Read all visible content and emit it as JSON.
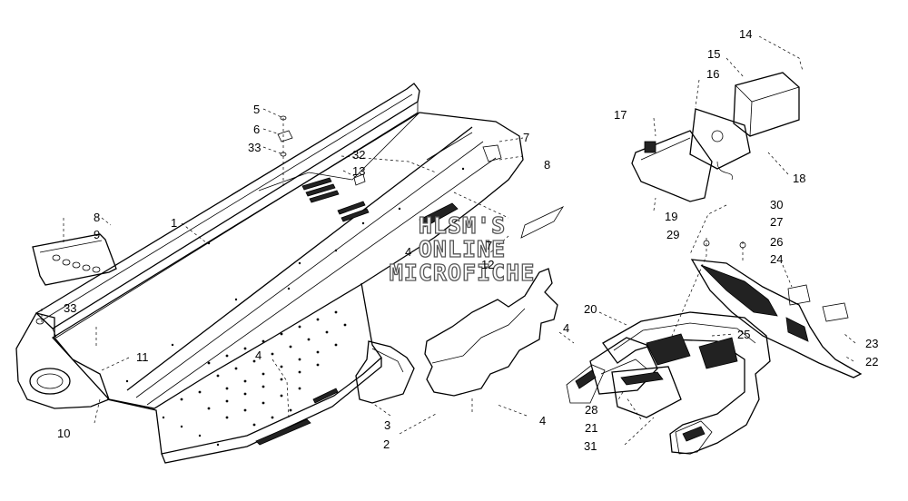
{
  "watermark": {
    "line1": "HLSM'S",
    "line2": "ONLINE",
    "line3": "MICROFICHE"
  },
  "callouts": {
    "n1": "1",
    "n2": "2",
    "n3": "3",
    "n4a": "4",
    "n4b": "4",
    "n4c": "4",
    "n4d": "4",
    "n5": "5",
    "n6": "6",
    "n7a": "7",
    "n7b": "7",
    "n8a": "8",
    "n8b": "8",
    "n9": "9",
    "n10": "10",
    "n11": "11",
    "n12": "12",
    "n13": "13",
    "n14": "14",
    "n15": "15",
    "n16": "16",
    "n17": "17",
    "n18": "18",
    "n19": "19",
    "n20": "20",
    "n21": "21",
    "n22": "22",
    "n23": "23",
    "n24": "24",
    "n25": "25",
    "n26": "26",
    "n27": "27",
    "n28": "28",
    "n29": "29",
    "n30": "30",
    "n31": "31",
    "n32": "32",
    "n33a": "33",
    "n33b": "33"
  }
}
